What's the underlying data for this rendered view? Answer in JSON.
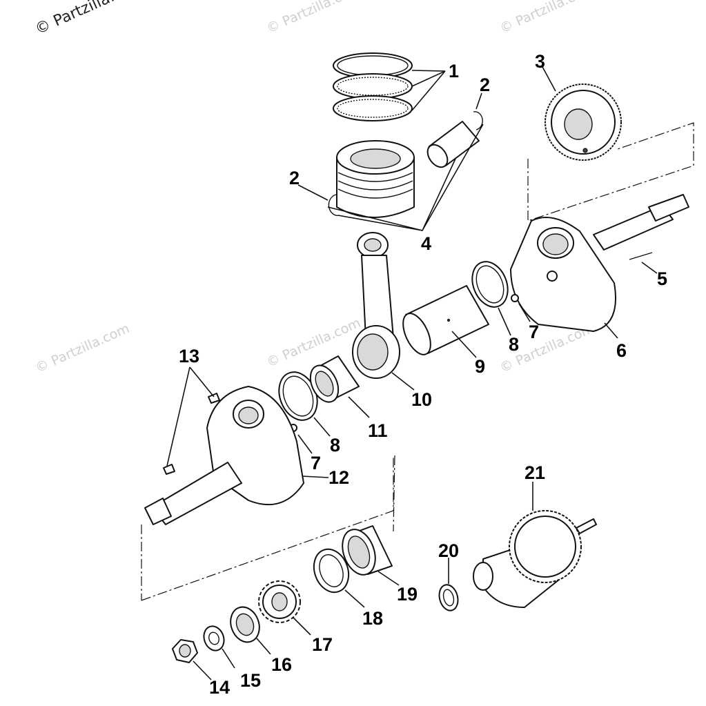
{
  "watermarks": {
    "corner": "© Partzilla.",
    "faint": "© Partzilla.com"
  },
  "callouts": [
    {
      "id": "c1",
      "text": "1"
    },
    {
      "id": "c2a",
      "text": "2"
    },
    {
      "id": "c2b",
      "text": "2"
    },
    {
      "id": "c3",
      "text": "3"
    },
    {
      "id": "c4",
      "text": "4"
    },
    {
      "id": "c5",
      "text": "5"
    },
    {
      "id": "c6",
      "text": "6"
    },
    {
      "id": "c7a",
      "text": "7"
    },
    {
      "id": "c7b",
      "text": "7"
    },
    {
      "id": "c8a",
      "text": "8"
    },
    {
      "id": "c8b",
      "text": "8"
    },
    {
      "id": "c9",
      "text": "9"
    },
    {
      "id": "c10",
      "text": "10"
    },
    {
      "id": "c11",
      "text": "11"
    },
    {
      "id": "c12",
      "text": "12"
    },
    {
      "id": "c13",
      "text": "13"
    },
    {
      "id": "c14",
      "text": "14"
    },
    {
      "id": "c15",
      "text": "15"
    },
    {
      "id": "c16",
      "text": "16"
    },
    {
      "id": "c17",
      "text": "17"
    },
    {
      "id": "c18",
      "text": "18"
    },
    {
      "id": "c19",
      "text": "19"
    },
    {
      "id": "c20",
      "text": "20"
    },
    {
      "id": "c21",
      "text": "21"
    }
  ]
}
